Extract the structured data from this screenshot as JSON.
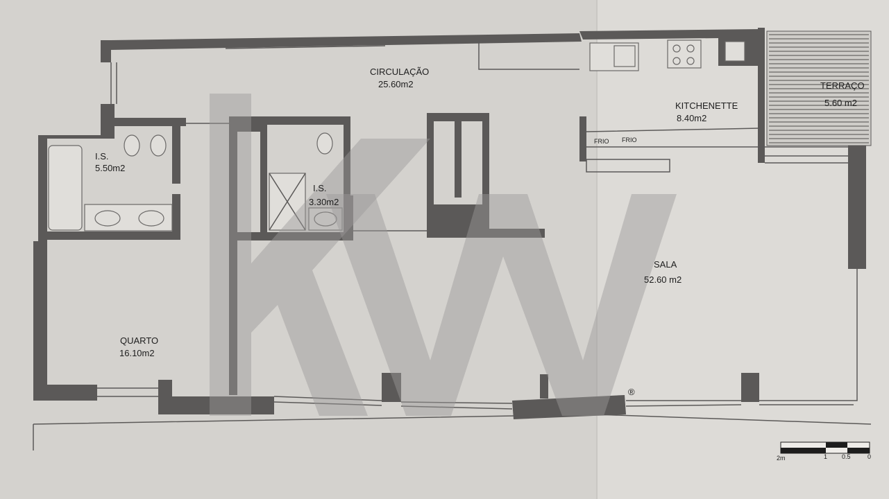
{
  "rooms": [
    {
      "name": "CIRCULAÇÃO",
      "area": "25.60m2"
    },
    {
      "name": "KITCHENETTE",
      "area": "8.40m2"
    },
    {
      "name": "TERRAÇO",
      "area": "5.60 m2"
    },
    {
      "name": "I.S.",
      "area": "5.50m2"
    },
    {
      "name": "I.S.",
      "area": "3.30m2"
    },
    {
      "name": "SALA",
      "area": "52.60 m2"
    },
    {
      "name": "QUARTO",
      "area": "16.10m2"
    }
  ],
  "appliances": {
    "fridge_1": "FRIO",
    "fridge_2": "FRIO"
  },
  "scale_bar": {
    "labels": [
      "2m",
      "1",
      "0.5",
      "0"
    ]
  },
  "watermark": {
    "text": "kw",
    "mark": "®"
  },
  "colors": {
    "wall": "#5b5958",
    "paper": "#d5d3cf"
  }
}
